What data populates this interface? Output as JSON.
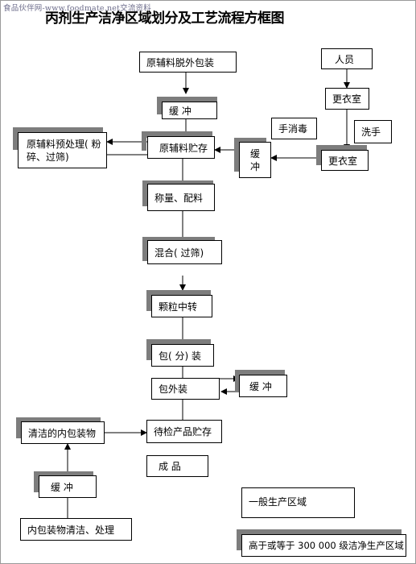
{
  "watermark": "食品伙伴网-www.foodmate.net交流资料",
  "title": "丙剂生产洁净区域划分及工艺流程方框图",
  "nodes": {
    "raw_unpack": "原辅料脱外包装",
    "personnel": "人员",
    "changing_room_1": "更衣室",
    "buffer_1": "缓  冲",
    "hand_disinfect": "手消毒",
    "hand_wash": "洗手",
    "pretreat": "原辅料预处理( 粉碎、过筛)",
    "raw_storage": "原辅料贮存",
    "buffer_vertical": "缓冲",
    "changing_room_2": "更衣室",
    "weigh": "称量、配料",
    "mix": "混合( 过筛)",
    "granule_transfer": "颗粒中转",
    "pack": "包( 分) 装",
    "outer_pack": "包外装",
    "buffer_2": "缓  冲",
    "clean_inner": "清洁的内包装物",
    "pending_storage": "待检产品贮存",
    "finished": "成  品",
    "buffer_3": "缓  冲",
    "inner_clean_process": "内包装物清洁、处理"
  },
  "legend": {
    "general": "一般生产区域",
    "clean": "高于或等于 300 000 级洁净生产区域"
  }
}
